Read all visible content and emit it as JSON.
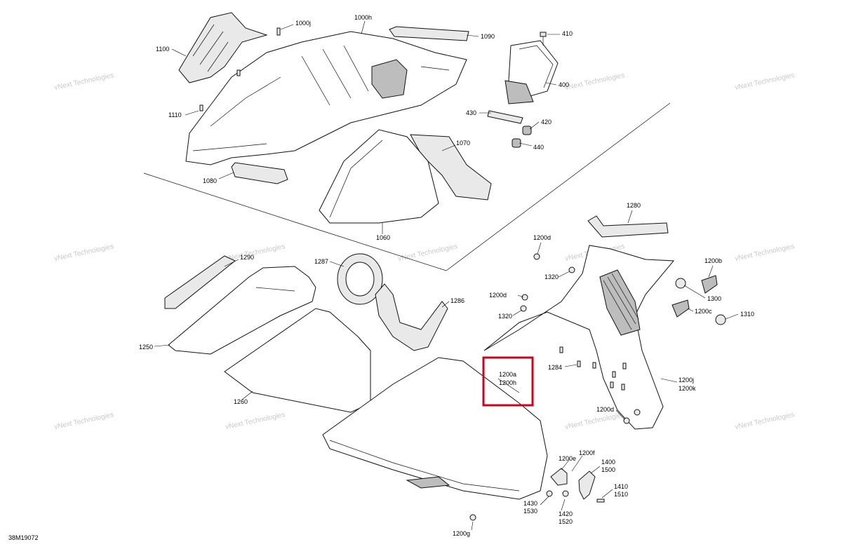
{
  "drawing_id": "38M19072",
  "watermark": {
    "line1": "vNext",
    "line2": "Technologies",
    "full": "vNext Technologies"
  },
  "callouts": {
    "c1100": "1100",
    "c1110": "1110",
    "c1000j": "1000j",
    "c1000h": "1000h",
    "c1090": "1090",
    "c410": "410",
    "c400": "400",
    "c430": "430",
    "c420": "420",
    "c440": "440",
    "c1070": "1070",
    "c1080": "1080",
    "c1060": "1060",
    "c1280": "1280",
    "c1200d_a": "1200d",
    "c1200b": "1200b",
    "c1320_a": "1320",
    "c1300": "1300",
    "c1200d_b": "1200d",
    "c1320_b": "1320",
    "c1200c": "1200c",
    "c1310": "1310",
    "c1287": "1287",
    "c1290": "1290",
    "c1286": "1286",
    "c1250": "1250",
    "c1260": "1260",
    "c1284": "1284",
    "c1200a": "1200a",
    "c1200h": "1200h",
    "c1200j": "1200j",
    "c1200k": "1200k",
    "c1200d_c": "1200d",
    "c1200f": "1200f",
    "c1200e": "1200e",
    "c1400": "1400",
    "c1500": "1500",
    "c1410": "1410",
    "c1510": "1510",
    "c1430": "1430",
    "c1530": "1530",
    "c1420": "1420",
    "c1520": "1520",
    "c1200g": "1200g"
  },
  "highlight": {
    "color": "#d0021b",
    "target": "1200a / 1200h"
  },
  "colors": {
    "line": "#111111",
    "fill_light": "#e9e9e9",
    "fill_dark": "#bdbdbd",
    "watermark": "#c9c9c9"
  }
}
